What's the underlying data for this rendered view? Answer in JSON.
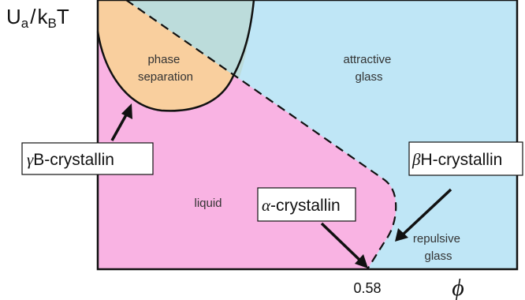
{
  "axes": {
    "y_label": {
      "main": "U",
      "sub_a": "a",
      "slash": "/",
      "k": "k",
      "sub_b": "B",
      "t": "T"
    },
    "x_label": "ϕ",
    "x_tick": "0.58"
  },
  "regions": {
    "phase_separation": [
      "phase",
      "separation"
    ],
    "attractive_glass": [
      "attractive",
      "glass"
    ],
    "liquid": "liquid",
    "repulsive_glass": [
      "repulsive",
      "glass"
    ]
  },
  "callouts": {
    "gamma": {
      "greek": "γ",
      "text": "B-crystallin"
    },
    "alpha": {
      "greek": "α",
      "text": "-crystallin"
    },
    "beta": {
      "greek": "β",
      "text": "H-crystallin"
    }
  },
  "colors": {
    "liquid": "#f9b3e3",
    "glass": "#bfe6f6",
    "phase_separation": "#f9cf9e",
    "overlap": "#bcdcdb",
    "outline": "#111111"
  }
}
